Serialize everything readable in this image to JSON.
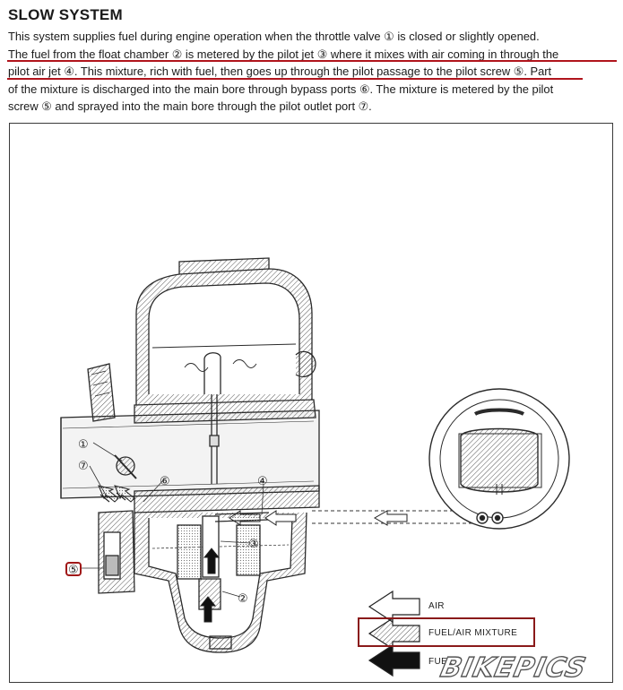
{
  "document": {
    "title": "SLOW SYSTEM",
    "lines": [
      "This system supplies fuel during engine operation when the throttle valve ① is closed or slightly opened.",
      "The fuel from the float chamber ② is metered by the pilot jet ③ where it mixes with air coming in through the",
      "pilot air jet ④. This mixture, rich with fuel, then goes up through the pilot passage to the pilot screw ⑤. Part",
      "of the mixture is discharged into the main bore through bypass ports ⑥. The mixture is metered by the pilot",
      "screw ⑤ and sprayed into the main bore through the pilot outlet port ⑦."
    ]
  },
  "figure": {
    "callouts": [
      "①",
      "②",
      "③",
      "④",
      "⑤",
      "⑥",
      "⑦"
    ],
    "legend": {
      "air": "AIR",
      "mixture": "FUEL/AIR MIXTURE",
      "fuel": "FUEL"
    },
    "watermark": "BIKEPICS"
  },
  "colors": {
    "highlight_red": "#b0141c",
    "line_art": "#2a2a2a"
  }
}
